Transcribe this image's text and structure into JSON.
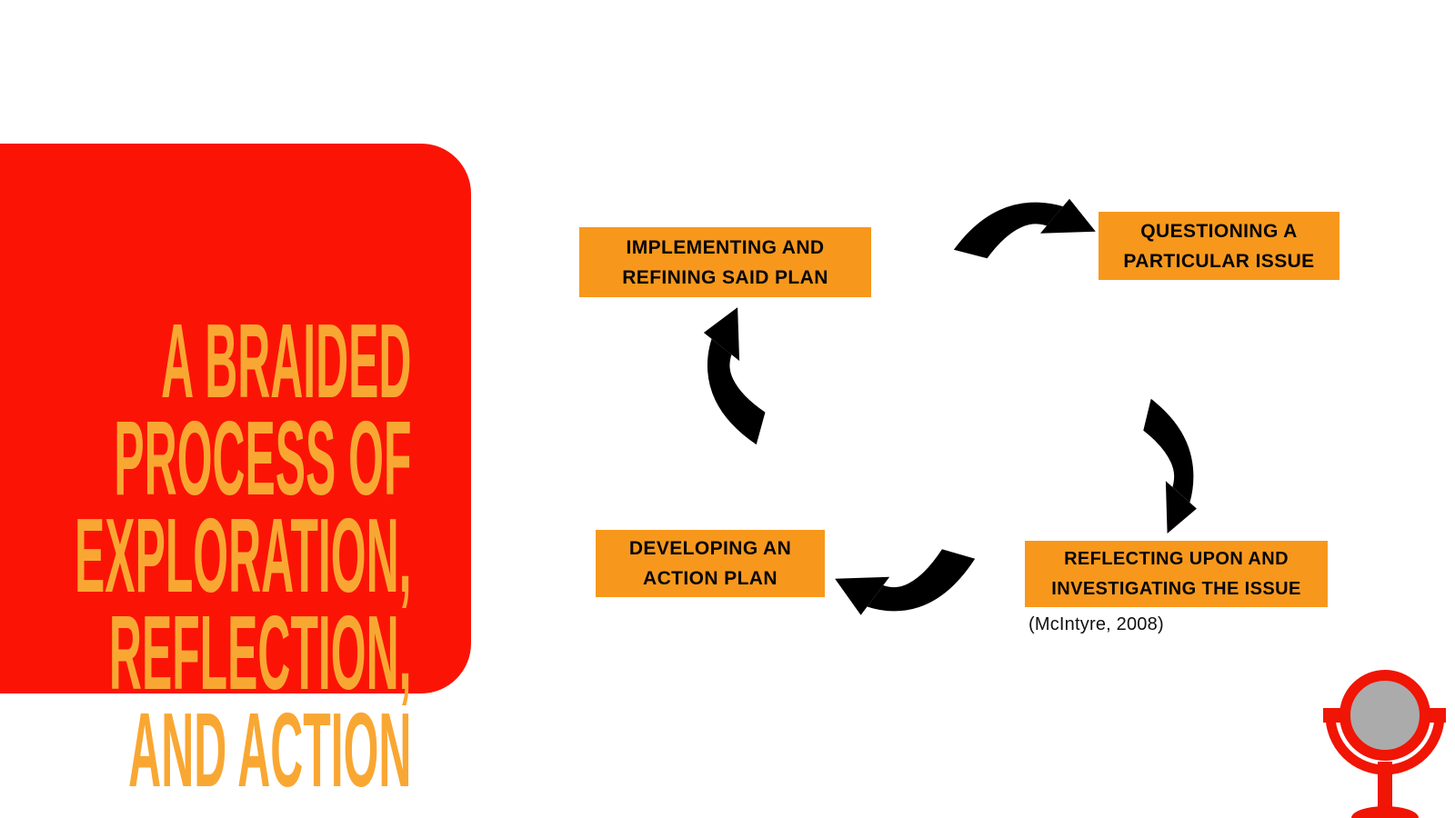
{
  "slide": {
    "title": {
      "lines": [
        "A BRAIDED",
        "PROCESS OF",
        "EXPLORATION,",
        "REFLECTION,",
        "AND ACTION"
      ],
      "panel_color": "#fb1405",
      "text_color": "#f9a733"
    },
    "cycle": {
      "box_color": "#f7981d",
      "box_text_color": "#060606",
      "arrow_color": "#000000",
      "steps": {
        "implementing": {
          "lines": [
            "IMPLEMENTING AND",
            "REFINING SAID PLAN"
          ]
        },
        "questioning": {
          "lines": [
            "QUESTIONING A",
            "PARTICULAR ISSUE"
          ]
        },
        "reflecting": {
          "lines": [
            "REFLECTING UPON AND",
            "INVESTIGATING THE ISSUE"
          ]
        },
        "developing": {
          "lines": [
            "DEVELOPING AN",
            "ACTION PLAN"
          ]
        }
      },
      "citation": "(McIntyre, 2008)"
    },
    "logo": {
      "name": "vanity-mirror",
      "frame_color": "#f01505",
      "glass_color": "#ababab"
    }
  }
}
